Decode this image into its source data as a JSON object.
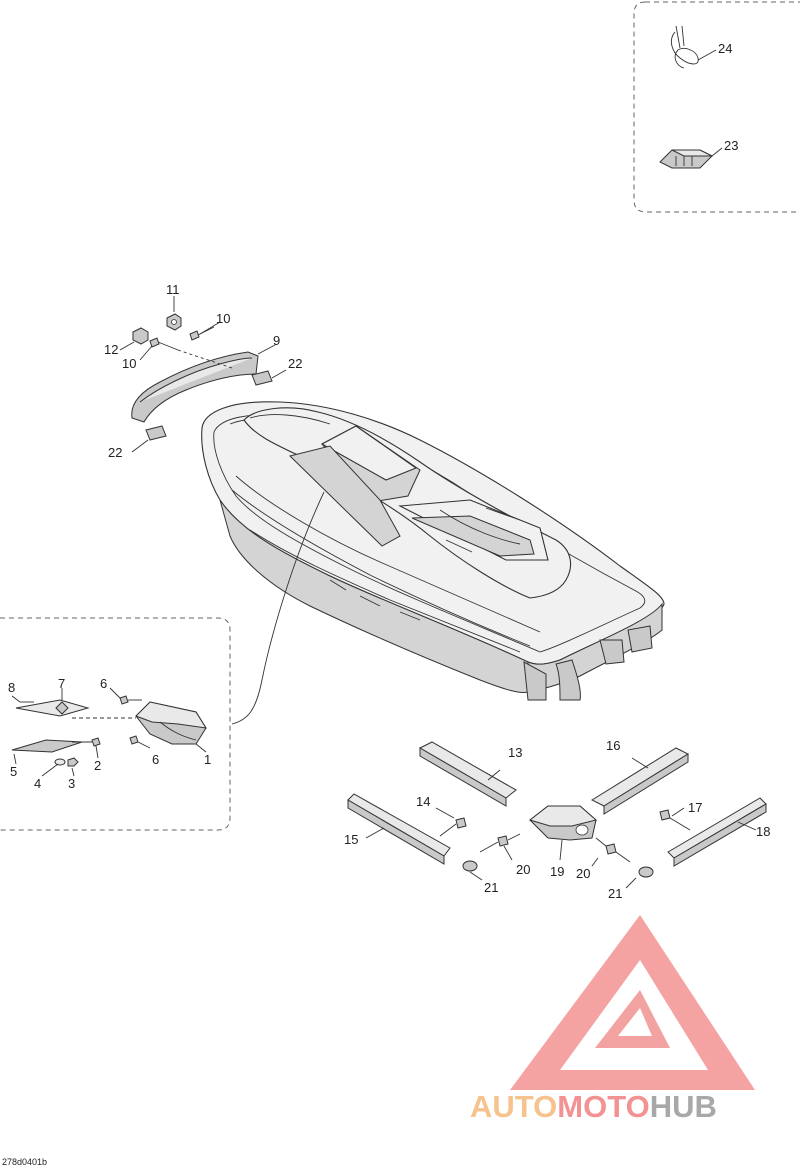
{
  "callouts": {
    "c1": "1",
    "c2": "2",
    "c3": "3",
    "c4": "4",
    "c5": "5",
    "c6a": "6",
    "c6b": "6",
    "c7": "7",
    "c8": "8",
    "c9": "9",
    "c10a": "10",
    "c10b": "10",
    "c11": "11",
    "c12": "12",
    "c13": "13",
    "c14": "14",
    "c15": "15",
    "c16": "16",
    "c17": "17",
    "c18": "18",
    "c19": "19",
    "c20a": "20",
    "c20b": "20",
    "c21a": "21",
    "c21b": "21",
    "c22a": "22",
    "c22b": "22",
    "c23": "23",
    "c24": "24"
  },
  "drawing_code": "278d0401b",
  "watermark": {
    "part1": "AUTO",
    "part2": "MOTO",
    "part3": "HUB",
    "colors": {
      "auto": "#f5b87a",
      "moto": "#f07f7f",
      "hub": "#9a9a9a",
      "logo": "#f07f7f"
    }
  }
}
